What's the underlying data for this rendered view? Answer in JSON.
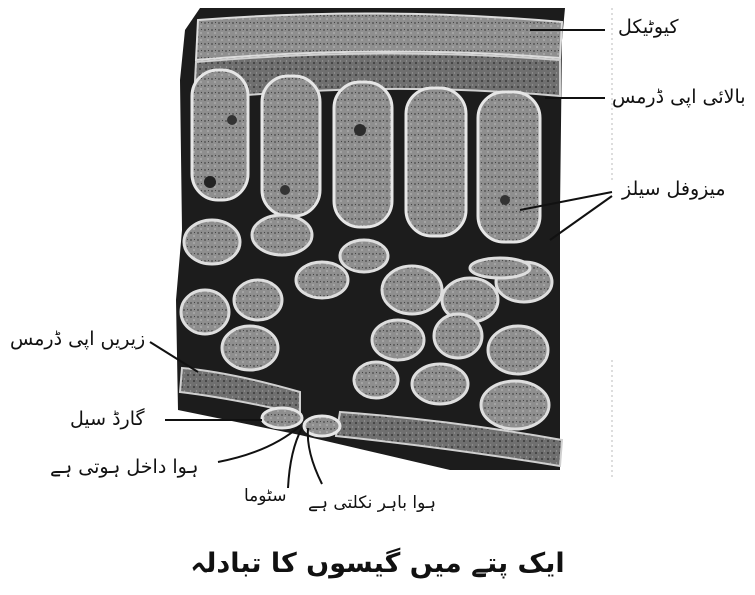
{
  "diagram": {
    "caption": "ایک پتے میں گیسوں کا تبادلہ",
    "labels": {
      "cuticle": "کیوٹیکل",
      "upper_epidermis": "بالائی اپی ڈرمس",
      "mesophyll_cells": "میزوفل سیلز",
      "lower_epidermis": "زیریں اپی ڈرمس",
      "guard_cell": "گارڈ سیل",
      "air_enters": "ہوا داخل ہوتی ہے",
      "stomata": "سٹوما",
      "air_exits": "ہوا باہر نکلتی ہے"
    },
    "colors": {
      "tissue_dark": "#1c1c1c",
      "cell_gray": "#8f8f8f",
      "cell_outline": "#e6e6e6",
      "leader_line": "#111111"
    }
  }
}
